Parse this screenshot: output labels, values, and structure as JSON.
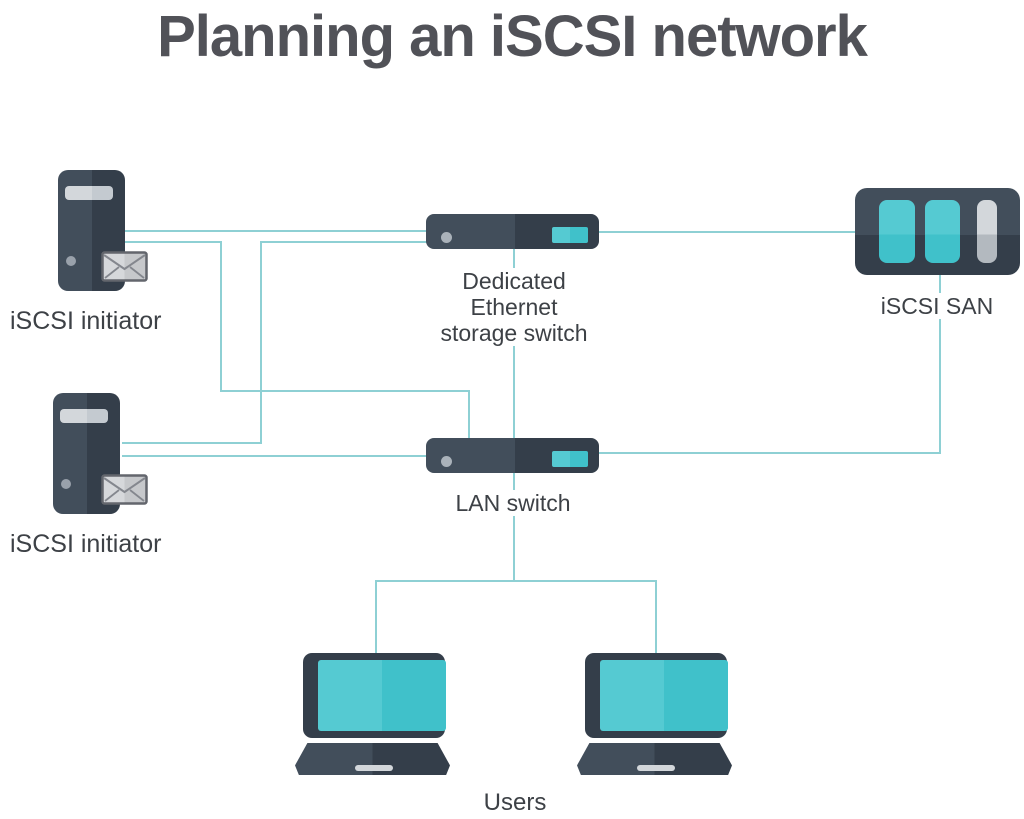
{
  "title": "Planning an iSCSI network",
  "colors": {
    "background": "#ffffff",
    "title_text": "#515258",
    "label_text": "#3d4146",
    "slate_light": "#424e5b",
    "slate_dark": "#343e4a",
    "teal_light": "#55cad2",
    "teal_dark": "#40c1ca",
    "line_teal": "#8ed0d4",
    "gray_light": "#d3d7db",
    "gray_mid": "#c4cad0",
    "gray_dark": "#b3b9bf",
    "led_gray": "#99a1ab",
    "led_light": "#aab2ba"
  },
  "nodes": {
    "initiator1": {
      "label": "iSCSI initiator"
    },
    "initiator2": {
      "label": "iSCSI initiator"
    },
    "storage_switch": {
      "label": "Dedicated Ethernet storage switch",
      "label_lines": [
        "Dedicated",
        "Ethernet",
        "storage switch"
      ]
    },
    "lan_switch": {
      "label": "LAN switch"
    },
    "san": {
      "label": "iSCSI SAN"
    },
    "users": {
      "label": "Users"
    }
  },
  "edges": [
    {
      "from": "iscsi-initiator-1",
      "to": "dedicated-ethernet-storage-switch"
    },
    {
      "from": "iscsi-initiator-1",
      "to": "lan-switch"
    },
    {
      "from": "iscsi-initiator-2",
      "to": "dedicated-ethernet-storage-switch"
    },
    {
      "from": "iscsi-initiator-2",
      "to": "lan-switch"
    },
    {
      "from": "dedicated-ethernet-storage-switch",
      "to": "iscsi-san"
    },
    {
      "from": "dedicated-ethernet-storage-switch",
      "to": "lan-switch"
    },
    {
      "from": "iscsi-san",
      "to": "lan-switch"
    },
    {
      "from": "lan-switch",
      "to": "user-laptop-1"
    },
    {
      "from": "lan-switch",
      "to": "user-laptop-2"
    }
  ],
  "icons": {
    "server": "server-tower-icon",
    "envelope": "envelope-icon",
    "switch": "rack-switch-icon",
    "san": "storage-array-icon",
    "laptop": "laptop-icon"
  }
}
